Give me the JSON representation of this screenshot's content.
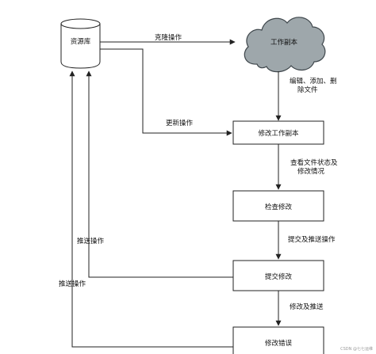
{
  "nodes": {
    "repo": "资源库",
    "working_copy": "工作副本",
    "modify_working_copy": "修改工作副本",
    "check_modify": "检查修改",
    "commit_modify": "提交修改",
    "fix_error": "修改错误"
  },
  "edges": {
    "clone": "克隆操作",
    "update": "更新操作",
    "edit_line1": "编辑、添加、删",
    "edit_line2": "除文件",
    "view_line1": "查看文件状态及",
    "view_line2": "修改情况",
    "commit_push": "提交及推送操作",
    "push1": "推送操作",
    "push2": "推送操作",
    "fix_push": "修改及推送"
  },
  "watermark": "CSDN @七七运维",
  "colors": {
    "cloud_fill": "#9ea7ab",
    "cloud_stroke": "#3e464b",
    "line": "#222222",
    "watermark": "#9a9a9a"
  }
}
